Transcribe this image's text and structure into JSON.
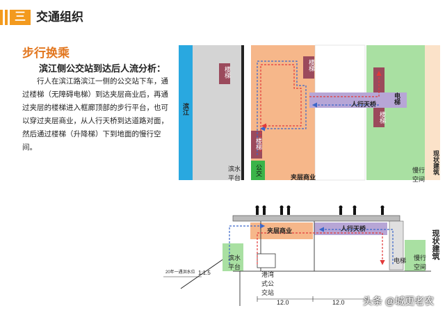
{
  "header": {
    "number": "三",
    "title": "交通组织"
  },
  "section": {
    "subtitle": "步行换乘",
    "analysis_title": "滨江侧公交站到达后人流分析：",
    "body": "行人在滨江路滨江一侧的公交站下车，通过楼梯（无障碍电梯）到达夹层商业后，再通过夹层的楼梯进入框廊顶部的步行平台，也可以穿过夹层商业，从人行天桥到达道路对面，然后通过楼梯（升降梯）下到地面的慢行空间。"
  },
  "plan": {
    "river": "滨江",
    "stair_top": "楼梯",
    "stair_right": "楼梯",
    "stair_bottom": "楼梯",
    "stair_far": "楼梯",
    "bridge": "人行天桥",
    "elevator": "电梯",
    "platform": "滨水平台",
    "bus": "公交",
    "mezzanine": "夹层商业",
    "slow_space": "慢行空间",
    "existing": "现状建筑"
  },
  "section_view": {
    "mezzanine": "夹层商业",
    "bridge": "人行天桥",
    "platform": "滨水平台",
    "bus_stop": "港湾式公交站",
    "elevator": "电梯",
    "slow_space": "慢行空间",
    "existing": "现状建筑",
    "slope": "1:1.5",
    "flood_level": "20年一遇洪水位",
    "dim_1": "12.0",
    "dim_2": "12.0"
  },
  "watermark": "头条 @城更老农",
  "colors": {
    "accent": "#f39a1e",
    "river": "#29a8e0",
    "road": "#d9d9d9",
    "mezzanine": "#f6b78a",
    "bridge": "#b7a6d6",
    "stair": "#9b4a5c",
    "green": "#a9e0a2",
    "bus": "#3bb449",
    "route": "#e23a3a",
    "route2": "#3a66c9"
  }
}
